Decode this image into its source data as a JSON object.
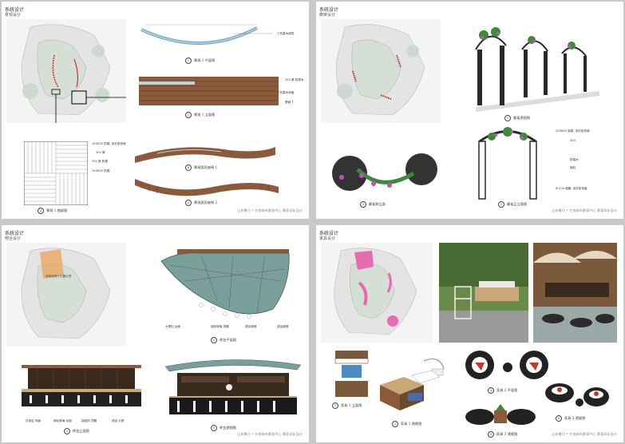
{
  "panels": {
    "p1": {
      "title": "系统设计",
      "subtitle": "景观设计",
      "captions": [
        "1",
        "2",
        "3",
        "4",
        "5"
      ],
      "cap_text": [
        "景观 1 平面图",
        "景观 1 立面图",
        "景观 1 细部图",
        "景观弧形座椅 1",
        "景观弧形座椅 2"
      ],
      "notes": [
        "1 防腐木座凳",
        "100 厚 防腐木",
        "1 防腐木饰面",
        "基础 1",
        "100X30 防腐, 深灰色饰面",
        "100 厚",
        "150 宽 防腐",
        "100X30 防腐"
      ],
      "footer": "山东鲁巧 • 大统城市景观中心   景观深化设计"
    },
    "p2": {
      "title": "系统设计",
      "subtitle": "廊架设计",
      "captions": [
        "1",
        "2",
        "3"
      ],
      "cap_text": [
        "廊架透视图",
        "廊架侧立面",
        "廊架正立面图"
      ],
      "notes": [
        "200X80 钢梁, 深灰色饰面",
        "500",
        "防腐木",
        "钢柱",
        "Φ 200 钢管, 深灰色饰面"
      ],
      "footer": "山东鲁巧 • 大统城市景观中心   景观深化设计"
    },
    "p3": {
      "title": "系统设计",
      "subtitle": "吧台设计",
      "map_label": "游客咖啡厅位置示意",
      "captions": [
        "1",
        "2",
        "3"
      ],
      "cap_text": [
        "吧台平面图",
        "吧台立面图",
        "吧台透视图"
      ],
      "notes": [
        "大理石 台面",
        "钢化玻璃 顶棚",
        "弧形座椅",
        "成品座椅",
        "花岗岩 饰面",
        "钢化玻璃 台面",
        "钢结构 顶棚",
        "成品 灯具"
      ],
      "footer": "山东鲁巧 • 大统城市景观中心   景观深化设计"
    },
    "p4": {
      "title": "系统设计",
      "subtitle": "家具设计",
      "captions": [
        "1",
        "2",
        "3",
        "4",
        "5"
      ],
      "cap_text": [
        "家具 1 立面图",
        "家具 1 透视图",
        "家具 2 平面图",
        "家具 2 透视图",
        "家具 3 透视图"
      ],
      "footer": "山东鲁巧 • 大统城市景观中心   景观深化设计"
    }
  },
  "colors": {
    "wood": "#8a5a3a",
    "glass": "#7a9e9a",
    "steel": "#2a2a2a",
    "accent_red": "#c0392b",
    "accent_pink": "#e86ab0",
    "highlight_orange": "#e8a860"
  }
}
